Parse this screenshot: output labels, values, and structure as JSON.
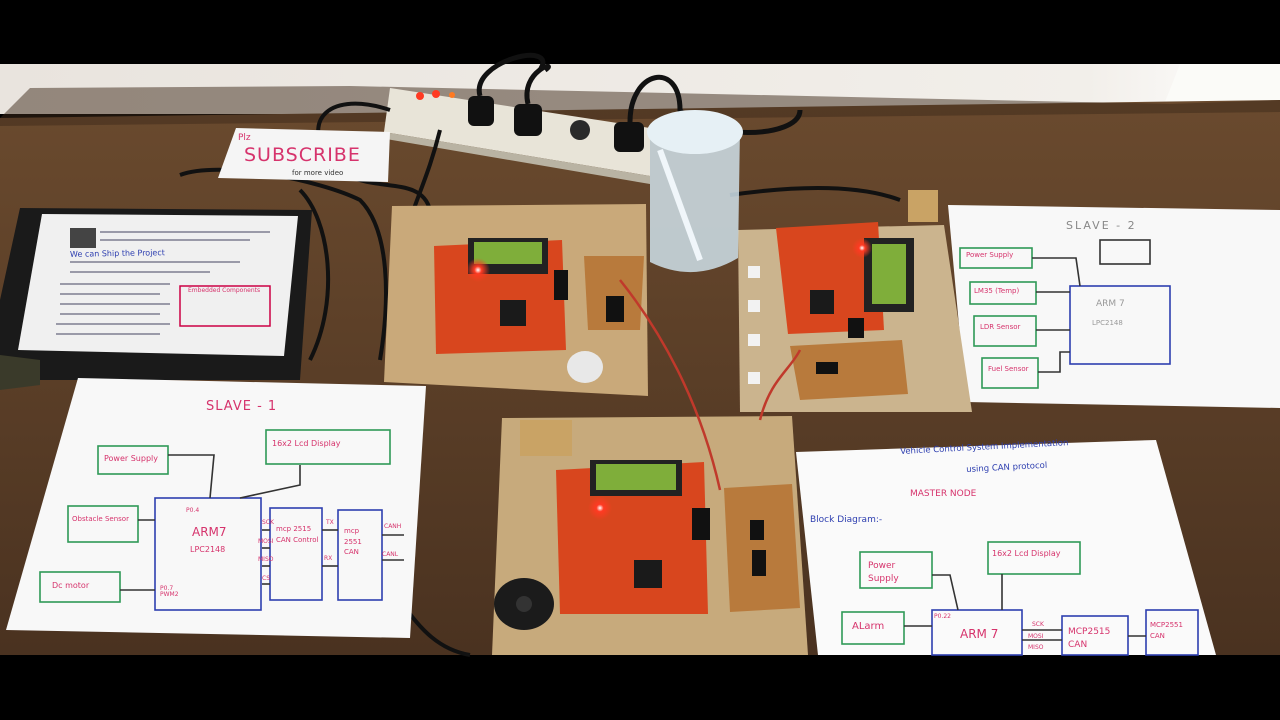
{
  "subscribe_note": {
    "small_top": "Plz",
    "main": "SUBSCRIBE",
    "bottom": "for more video"
  },
  "binder": {
    "lines": [
      "We can Ship the Project"
    ],
    "section": "Embedded Components"
  },
  "slave1": {
    "title": "SLAVE - 1",
    "blocks": {
      "power": "Power Supply",
      "lcd": "16x2 Lcd Display",
      "obstacle": "Obstacle Sensor",
      "arm": "ARM7",
      "arm_sub": "LPC2148",
      "dcmotor": "Dc motor",
      "mcp2515": "mcp 2515 CAN Control",
      "mcp2551": "mcp 2551 CAN",
      "canh": "CANH",
      "canl": "CANL",
      "sck": "SCK",
      "mosi": "MOSI",
      "miso": "MISO",
      "cs": "CS",
      "tx": "TX",
      "rx": "RX",
      "p04": "P0.4",
      "p07": "P0.7 PWM2"
    }
  },
  "slave2": {
    "title": "SLAVE - 2",
    "blocks": {
      "power": "Power Supply",
      "lm35": "LM35 (Temp)",
      "ldr": "LDR Sensor",
      "fuel": "Fuel Sensor",
      "arm": "ARM 7",
      "arm_sub": "LPC2148"
    }
  },
  "master": {
    "title_line1": "Vehicle Control System Implementation",
    "title_line2": "using CAN protocol",
    "node": "MASTER NODE",
    "block_diagram": "Block Diagram:-",
    "blocks": {
      "power": "Power Supply",
      "lcd": "16x2 Lcd Display",
      "alarm": "ALarm",
      "arm": "ARM 7",
      "mcp2515": "MCP2515 CAN",
      "mcp2551": "MCP2551 CAN",
      "p02": "P0.22",
      "sck": "SCK",
      "mosi": "MOSI",
      "miso": "MISO"
    }
  },
  "colors": {
    "table": "#5c3d24",
    "board": "#d8461e",
    "lcd_screen": "#7fae3a",
    "led": "#ff2a1a",
    "pink_ink": "#d6336c",
    "blue_ink": "#2e3fb0",
    "green_ink": "#2f9a57"
  }
}
